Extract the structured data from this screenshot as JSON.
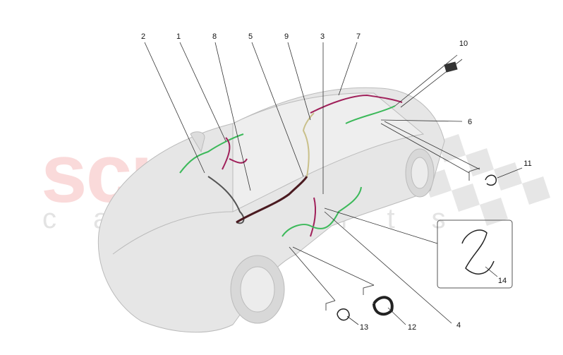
{
  "watermark": {
    "line1": "scuderia",
    "line2": "car parts"
  },
  "callouts": [
    "1",
    "2",
    "3",
    "4",
    "5",
    "6",
    "7",
    "8",
    "9",
    "10",
    "11",
    "12",
    "13",
    "14"
  ],
  "colors": {
    "harness_green": "#3cb95a",
    "harness_magenta": "#a0205a",
    "harness_dark": "#4a1a20",
    "harness_tan": "#c9c08a",
    "body": "#e4e4e4"
  }
}
